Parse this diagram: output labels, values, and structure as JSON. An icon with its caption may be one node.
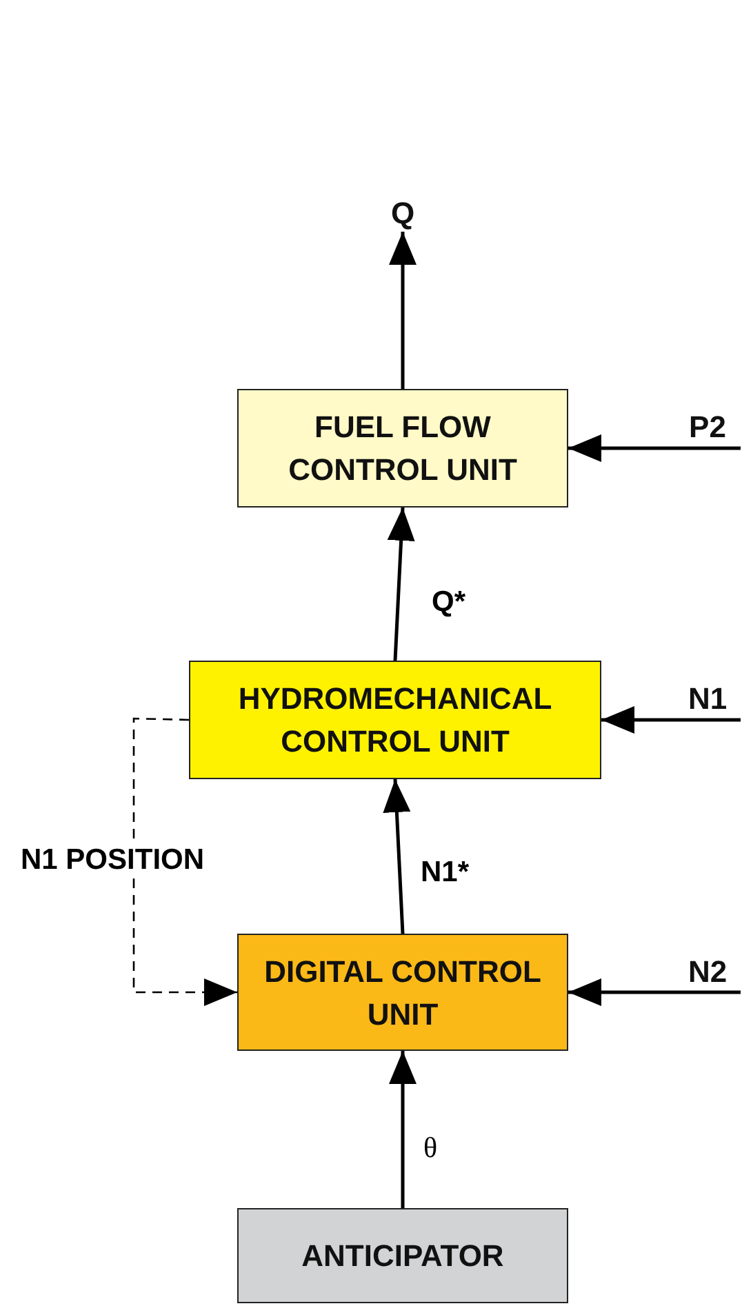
{
  "diagram": {
    "nodes": [
      {
        "text": [
          "Q"
        ]
      },
      {
        "text": [
          "FUEL FLOW CONTROL UNIT"
        ]
      },
      {
        "text": [
          "P2"
        ]
      },
      {
        "text": [
          "HYDROMECHANICAL CONTROL UNIT"
        ]
      },
      {
        "text": [
          "N1"
        ]
      },
      {
        "text": [
          "DIGITAL CONTROL UNIT"
        ]
      },
      {
        "text": [
          "N2"
        ]
      },
      {
        "text": [
          "ANTICIPATOR"
        ]
      }
    ],
    "edges": [
      {
        "from": 1,
        "to": 0,
        "arrow": "to"
      },
      {
        "from": 2,
        "to": 1,
        "arrow": "to"
      },
      {
        "from": 3,
        "to": 1,
        "arrow": "to",
        "label": "Q*"
      },
      {
        "from": 4,
        "to": 3,
        "arrow": "to"
      },
      {
        "from": 3,
        "to": 5,
        "arrow": "to",
        "style": "dashed",
        "label": "N1 POSITION"
      },
      {
        "from": 5,
        "to": 3,
        "arrow": "to",
        "label": "N1*"
      },
      {
        "from": 6,
        "to": 5,
        "arrow": "to"
      },
      {
        "from": 7,
        "to": 5,
        "arrow": "to",
        "label": "θ"
      }
    ]
  }
}
